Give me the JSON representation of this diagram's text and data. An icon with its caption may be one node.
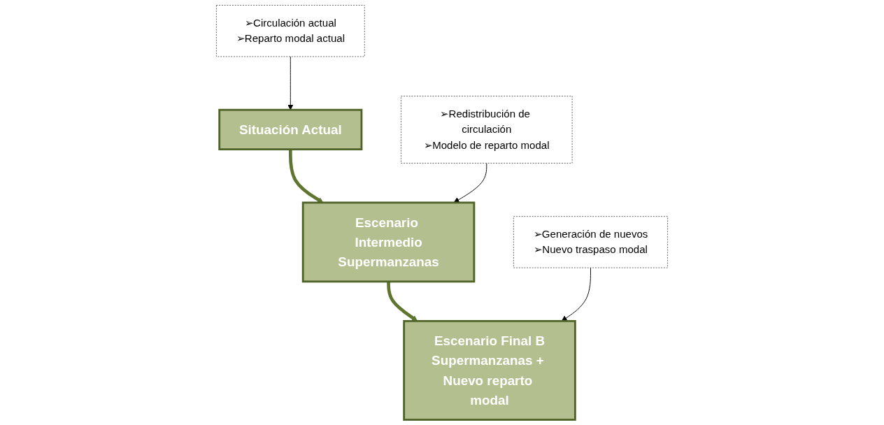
{
  "diagram": {
    "nodes": [
      {
        "text": [
          "Situación Actual"
        ]
      },
      {
        "text": [
          "Escenario Intermedio",
          "Supermanzanas"
        ]
      },
      {
        "text": [
          "Escenario Final B",
          "Supermanzanas + Nuevo reparto modal"
        ]
      },
      {
        "text": [
          "➢Circulación actual",
          "➢Reparto modal actual"
        ]
      },
      {
        "text": [
          "➢Redistribución de circulación",
          "➢Modelo de reparto modal"
        ]
      },
      {
        "text": [
          "➢Generación de nuevos",
          "➢Nuevo traspaso modal"
        ]
      }
    ],
    "edges": [
      {
        "from": 0,
        "to": 1,
        "arrow": "to",
        "style": "thick",
        "color": "#5f7530"
      },
      {
        "from": 1,
        "to": 2,
        "arrow": "to",
        "style": "thick",
        "color": "#5f7530"
      },
      {
        "from": 3,
        "to": 0,
        "arrow": "to"
      },
      {
        "from": 4,
        "to": 1,
        "arrow": "to"
      },
      {
        "from": 5,
        "to": 2,
        "arrow": "to"
      }
    ]
  }
}
